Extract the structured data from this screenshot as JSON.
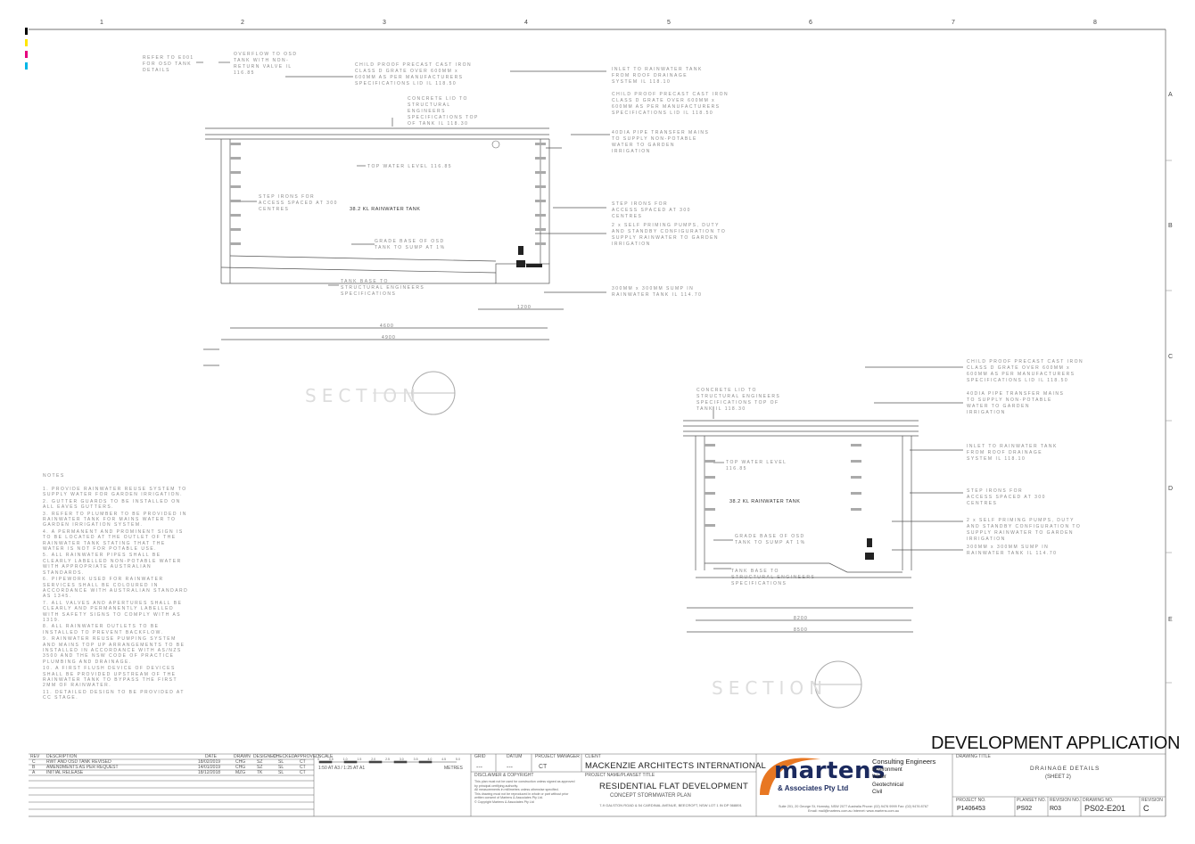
{
  "grid": {
    "columns": [
      "1",
      "2",
      "3",
      "4",
      "5",
      "6",
      "7",
      "8"
    ],
    "rows": [
      "A",
      "B",
      "C",
      "D",
      "E"
    ]
  },
  "section_a": {
    "tank_label": "38.2 KL RAINWATER TANK",
    "section_title": "SECTION",
    "notes": [
      "REFER TO E001 FOR OSD TANK DETAILS",
      "OVERFLOW TO OSD TANK WITH NON-RETURN VALVE IL 116.85",
      "CHILD PROOF PRECAST CAST IRON CLASS D GRATE OVER 600MM x 600MM AS PER MANUFACTURERS SPECIFICATIONS LID IL 118.50",
      "CONCRETE LID TO STRUCTURAL ENGINEERS SPECIFICATIONS TOP OF TANK IL 118.30",
      "INLET TO RAINWATER TANK FROM ROOF DRAINAGE SYSTEM IL 118.10",
      "CHILD PROOF PRECAST CAST IRON CLASS D GRATE OVER 600MM x 600MM AS PER MANUFACTURERS SPECIFICATIONS LID IL 118.50",
      "40DIA PIPE TRANSFER MAINS TO SUPPLY NON-POTABLE WATER TO GARDEN IRRIGATION",
      "TOP WATER LEVEL 116.85",
      "STEP IRONS FOR ACCESS SPACED AT 300 CENTRES",
      "STEP IRONS FOR ACCESS SPACED AT 300 CENTRES",
      "GRADE BASE OF OSD TANK TO SUMP AT 1%",
      "2 x SELF PRIMING PUMPS, DUTY AND STANDBY CONFIGURATION TO SUPPLY RAINWATER TO GARDEN IRRIGATION",
      "TANK BASE TO STRUCTURAL ENGINEERS SPECIFICATIONS",
      "300MM x 300MM SUMP IN RAINWATER TANK IL 114.70"
    ],
    "dims": [
      "4600",
      "4900",
      "1200"
    ]
  },
  "section_b": {
    "tank_label": "38.2 KL RAINWATER TANK",
    "section_title": "SECTION",
    "notes": [
      "CHILD PROOF PRECAST CAST IRON CLASS D GRATE OVER 600MM x 600MM AS PER MANUFACTURERS SPECIFICATIONS LID IL 118.50",
      "CONCRETE LID TO STRUCTURAL ENGINEERS SPECIFICATIONS TOP OF TANK IL 118.30",
      "40DIA PIPE TRANSFER MAINS TO SUPPLY NON-POTABLE WATER TO GARDEN IRRIGATION",
      "TOP WATER LEVEL 116.85",
      "INLET TO RAINWATER TANK FROM ROOF DRAINAGE SYSTEM IL 118.10",
      "STEP IRONS FOR ACCESS SPACED AT 300 CENTRES",
      "2 x SELF PRIMING PUMPS, DUTY AND STANDBY CONFIGURATION TO SUPPLY RAINWATER TO GARDEN IRRIGATION",
      "GRADE BASE OF OSD TANK TO SUMP AT 1%",
      "300MM x 300MM SUMP IN RAINWATER TANK IL 114.70",
      "TANK BASE TO STRUCTURAL ENGINEERS SPECIFICATIONS"
    ],
    "dims": [
      "8200",
      "8500"
    ]
  },
  "notes_block": {
    "heading": "NOTES",
    "items": [
      "1. PROVIDE RAINWATER REUSE SYSTEM TO SUPPLY WATER FOR GARDEN IRRIGATION.",
      "2. GUTTER GUARDS TO BE INSTALLED ON ALL EAVES GUTTERS.",
      "3. REFER TO PLUMBER TO BE PROVIDED IN RAINWATER TANK FOR MAINS WATER TO GARDEN IRRIGATION SYSTEM.",
      "4. A PERMANENT AND PROMINENT SIGN IS TO BE LOCATED AT THE OUTLET OF THE RAINWATER TANK STATING THAT THE WATER IS NOT FOR POTABLE USE.",
      "5. ALL RAINWATER PIPES SHALL BE CLEARLY LABELLED NON-POTABLE WATER WITH APPROPRIATE AUSTRALIAN STANDARDS.",
      "6. PIPEWORK USED FOR RAINWATER SERVICES SHALL BE COLOURED IN ACCORDANCE WITH AUSTRALIAN STANDARD AS 1345.",
      "7. ALL VALVES AND APERTURES SHALL BE CLEARLY AND PERMANENTLY LABELLED WITH SAFETY SIGNS TO COMPLY WITH AS 1319.",
      "8. ALL RAINWATER OUTLETS TO BE INSTALLED TO PREVENT BACKFLOW.",
      "9. RAINWATER REUSE PUMPING SYSTEM AND MAINS TOP UP ARRANGEMENTS TO BE INSTALLED IN ACCORDANCE WITH AS/NZS 3500 AND THE NSW CODE OF PRACTICE PLUMBING AND DRAINAGE.",
      "10. A FIRST FLUSH DEVICE OF DEVICES SHALL BE PROVIDED UPSTREAM OF THE RAINWATER TANK TO BYPASS THE FIRST 2MM OF RAINWATER.",
      "11. DETAILED DESIGN TO BE PROVIDED AT CC STAGE."
    ]
  },
  "title_block": {
    "development_application": "DEVELOPMENT APPLICATION",
    "revisions": {
      "headers": [
        "REV",
        "DESCRIPTION",
        "DATE",
        "DRAWN",
        "DESIGNED",
        "CHECKED",
        "APPROVED"
      ],
      "rows": [
        [
          "C",
          "RWT AND OSD TANK REVISED",
          "18/02/2019",
          "CHG",
          "SZ",
          "SL",
          "CT"
        ],
        [
          "B",
          "AMENDMENTS AS PER REQUEST",
          "14/01/2019",
          "CHG",
          "SZ",
          "SL",
          "CT"
        ],
        [
          "A",
          "INITIAL RELEASE",
          "18/12/2018",
          "MZG",
          "TK",
          "SL",
          "CT"
        ]
      ]
    },
    "scale_label": "SCALE",
    "scale_ratio": "1:50 AT A3 / 1:25 AT A1",
    "scale_unit": "METRES",
    "scale_ticks": [
      "0",
      "0.5",
      "1.0",
      "1.5",
      "2.0",
      "2.5",
      "3.0",
      "3.5",
      "4.0",
      "4.5",
      "5.0"
    ],
    "meta_headers": [
      "GRID",
      "DATUM",
      "PROJECT MANAGER",
      "CLIENT"
    ],
    "meta_values": [
      "---",
      "---",
      "CT"
    ],
    "client": "MACKENZIE ARCHITECTS INTERNATIONAL",
    "disclaimer_heading": "DISCLAIMER & COPYRIGHT",
    "disclaimer_lines": [
      "This plan must not be used for construction unless signed as approved by principal certifying authority.",
      "All measurements in millimetres unless otherwise specified.",
      "This drawing must not be reproduced in whole or part without prior written consent of Martens & Associates Pty Ltd.",
      "© Copyright Martens & Associates Pty Ltd"
    ],
    "project_heading": "PROJECT NAME/PLANSET TITLE",
    "project_name": "RESIDENTIAL FLAT DEVELOPMENT",
    "planset_title": "CONCEPT STORMWATER PLAN",
    "project_address": "7-9 GALSTON ROAD & 54 CARDINAL AVENUE, BEECROFT, NSW LOT 1 IN DP 568891",
    "logo_text": "martens",
    "logo_subtext": "& Associates Pty Ltd",
    "firm_address": "Suite 201, 20 George St, Hornsby, NSW 2077 Australia  Phone: (02) 9476 9999  Fax: (02) 9476 8767",
    "firm_contact": "Email: mail@martens.com.au  Internet: www.martens.com.au",
    "consulting_heading": "Consulting Engineers",
    "consulting_disciplines": [
      "Environment",
      "Water",
      "Geotechnical",
      "Civil"
    ],
    "drawing_title_heading": "DRAWING TITLE",
    "drawing_title": "DRAINAGE DETAILS",
    "drawing_subtitle": "(SHEET 2)",
    "footer_headers": [
      "PROJECT NO.",
      "PLANSET NO.",
      "REVISION NO.",
      "DRAWING NO.",
      "REVISION"
    ],
    "project_no": "P1406453",
    "planset_no": "PS02",
    "revision_no": "R03",
    "drawing_no": "PS02-E201",
    "revision": "C"
  },
  "colors": {
    "line": "#555555",
    "faint": "#999999",
    "logo_navy": "#1b2a5e",
    "logo_orange": "#e87722",
    "reg_black": "#000000",
    "reg_yellow": "#ffe600",
    "reg_magenta": "#e6007e",
    "reg_cyan": "#00b6e6"
  }
}
